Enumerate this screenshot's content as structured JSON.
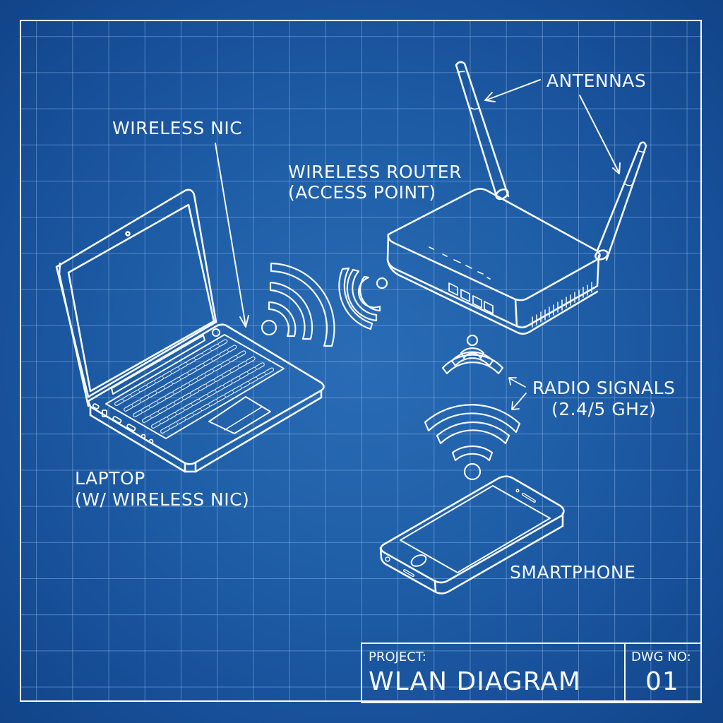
{
  "diagram": {
    "type": "blueprint-network-diagram",
    "colors": {
      "background": "#1f5fa8",
      "background_edge": "#114488",
      "line": "#f4f8ff",
      "grid": "#96bef0"
    },
    "labels": {
      "wireless_nic": "WIRELESS NIC",
      "router_line1": "WIRELESS ROUTER",
      "router_line2": "(ACCESS POINT)",
      "antennas": "ANTENNAS",
      "radio_line1": "RADIO SIGNALS",
      "radio_line2": "(2.4/5 GHz)",
      "laptop_line1": "LAPTOP",
      "laptop_line2": "(W/ WIRELESS NIC)",
      "smartphone": "SMARTPHONE"
    },
    "nodes": [
      {
        "id": "laptop",
        "label": "LAPTOP (W/ WIRELESS NIC)",
        "icon": "laptop-icon"
      },
      {
        "id": "router",
        "label": "WIRELESS ROUTER (ACCESS POINT)",
        "icon": "router-icon"
      },
      {
        "id": "smartphone",
        "label": "SMARTPHONE",
        "icon": "smartphone-icon"
      }
    ],
    "edges": [
      {
        "from": "laptop",
        "to": "router",
        "label": "RADIO SIGNALS",
        "style": "wifi-waves"
      },
      {
        "from": "router",
        "to": "smartphone",
        "label": "RADIO SIGNALS (2.4/5 GHz)",
        "style": "wifi-waves"
      }
    ]
  },
  "title_block": {
    "project_caption": "PROJECT:",
    "project_name": "WLAN DIAGRAM",
    "dwg_caption": "DWG NO:",
    "dwg_number": "01"
  }
}
